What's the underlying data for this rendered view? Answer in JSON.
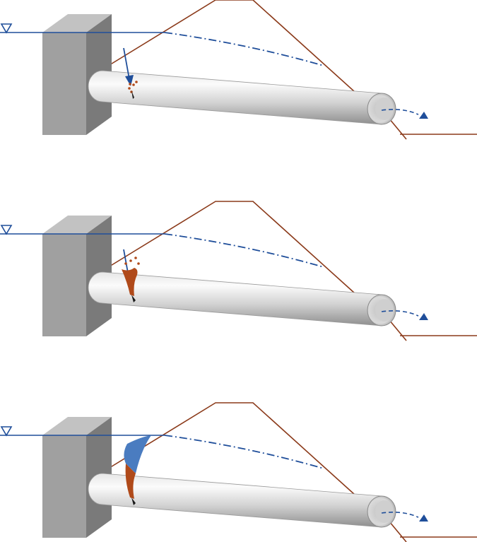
{
  "diagram": {
    "panel_count": 3,
    "stages": [
      {
        "name": "stage-1-initial-leak",
        "erosion_level": 0.15,
        "water_ingress": false
      },
      {
        "name": "stage-2-erosion-cavity",
        "erosion_level": 0.5,
        "water_ingress": false
      },
      {
        "name": "stage-3-breach-pipe",
        "erosion_level": 1.0,
        "water_ingress": true
      }
    ],
    "symbols": {
      "water_level_icon": "triangle-down-outline-icon",
      "seepage_exit_icon": "triangle-up-filled-icon"
    },
    "colors": {
      "water_line": "#1F4E9A",
      "phreatic_line": "#1F4E9A",
      "embankment": "#8B3A1A",
      "erosion": "#B04A1A",
      "eroded_water": "#4A7CC0",
      "pipe_light": "#F2F2F2",
      "pipe_dark": "#8E8E8E",
      "wall_front": "#A0A0A0",
      "wall_side": "#7A7A7A",
      "wall_top": "#C2C2C2"
    }
  }
}
